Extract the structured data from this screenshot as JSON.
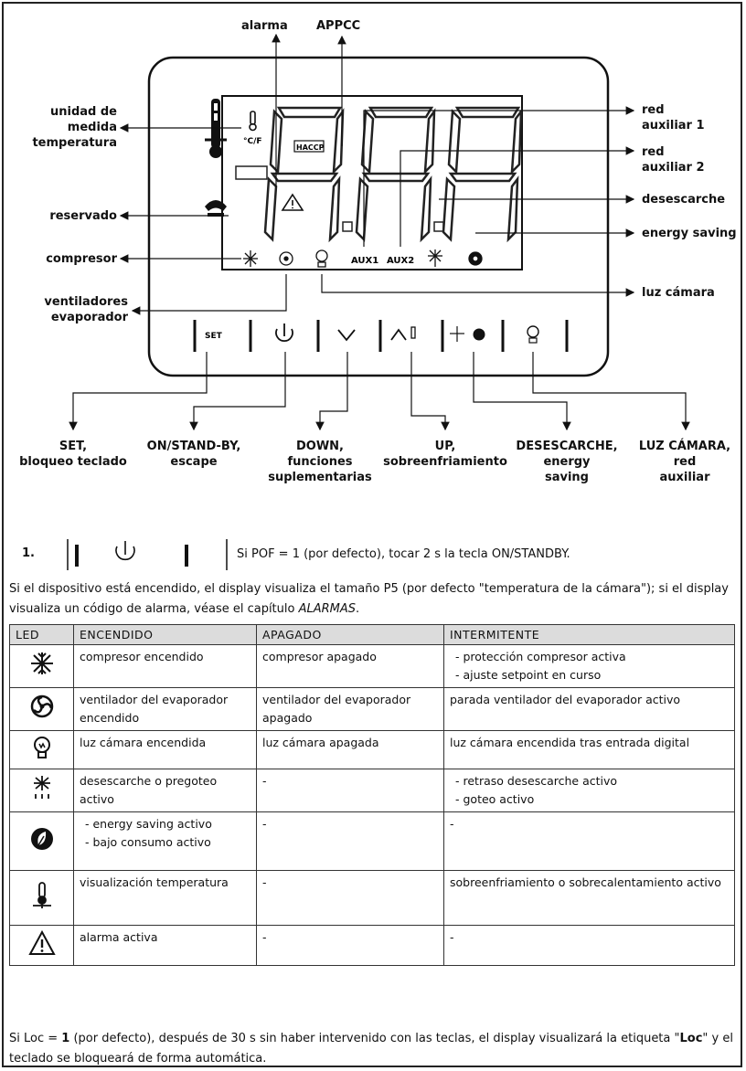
{
  "diagram": {
    "labels": {
      "alarma": "alarma",
      "appcc": "APPCC",
      "unidad": [
        "unidad de",
        "medida",
        "temperatura"
      ],
      "red_aux_1": [
        "red",
        "auxiliar 1"
      ],
      "red_aux_2": [
        "red",
        "auxiliar 2"
      ],
      "reservado": "reservado",
      "desescarche": "desescarche",
      "energy_saving": "energy saving",
      "compresor": "compresor",
      "ventiladores": [
        "ventiladores",
        "evaporador"
      ],
      "luz_camara": "luz cámara"
    },
    "display_text": {
      "unit": "°C/F",
      "haccp": "HACCP",
      "aux1": "AUX1",
      "aux2": "AUX2",
      "set_key": "SET"
    },
    "key_captions": [
      [
        "SET,",
        "bloqueo teclado"
      ],
      [
        "ON/STAND-BY,",
        "escape"
      ],
      [
        "DOWN,",
        "funciones",
        "suplementarias"
      ],
      [
        "UP,",
        "sobreenfriamiento"
      ],
      [
        "DESESCARCHE,",
        "energy",
        "saving"
      ],
      [
        "LUZ CÁMARA,",
        "red",
        "auxiliar"
      ]
    ]
  },
  "step": {
    "number": "1.",
    "instruction": "Si POF = 1 (por defecto), tocar 2 s la tecla ON/STANDBY."
  },
  "paragraph": {
    "before": "Si el dispositivo está encendido, el display visualiza el tamaño P5 (por defecto \"temperatura de la cámara\"); si el display visualiza un código de alarma, véase el capítulo ",
    "italic": "ALARMAS",
    "after": "."
  },
  "table": {
    "headers": [
      "LED",
      "ENCENDIDO",
      "APAGADO",
      "INTERMITENTE"
    ],
    "rows": [
      {
        "icon": "snowflake-icon",
        "on": [
          "compresor encendido"
        ],
        "off": [
          "compresor apagado"
        ],
        "blink": [
          "protección compresor activa",
          "ajuste setpoint en curso"
        ],
        "blink_dash": true
      },
      {
        "icon": "fan-icon",
        "on": [
          "ventilador del evaporador encendido"
        ],
        "off": [
          "ventilador del evaporador apagado"
        ],
        "blink": [
          "parada ventilador del evaporador activo"
        ],
        "blink_dash": false
      },
      {
        "icon": "lightbulb-icon",
        "on": [
          "luz cámara encendida"
        ],
        "off": [
          "luz cámara apagada"
        ],
        "blink": [
          "luz cámara encendida tras entrada digital"
        ],
        "blink_dash": false
      },
      {
        "icon": "defrost-icon",
        "on": [
          "desescarche o pregoteo activo"
        ],
        "off": [
          "-"
        ],
        "blink": [
          "retraso desescarche activo",
          "goteo activo"
        ],
        "blink_dash": true
      },
      {
        "icon": "energy-saving-icon",
        "on": [
          "energy saving activo",
          "bajo consumo activo"
        ],
        "on_dash": true,
        "off": [
          "-"
        ],
        "blink": [
          "-"
        ],
        "blink_dash": false
      },
      {
        "icon": "thermometer-icon",
        "on": [
          "visualización temperatura"
        ],
        "off": [
          "-"
        ],
        "blink": [
          "sobreenfriamiento o sobrecalentamiento activo"
        ],
        "blink_dash": false
      },
      {
        "icon": "warning-icon",
        "on": [
          "alarma activa"
        ],
        "off": [
          "-"
        ],
        "blink": [
          "-"
        ],
        "blink_dash": false
      }
    ]
  },
  "footer": {
    "before": "Si Loc = ",
    "bold1": "1",
    "middle": " (por defecto), después de 30 s sin haber intervenido con las teclas, el display visualizará la etiqueta \"",
    "bold2": "Loc",
    "after": "\" y el teclado se bloqueará de forma automática."
  }
}
